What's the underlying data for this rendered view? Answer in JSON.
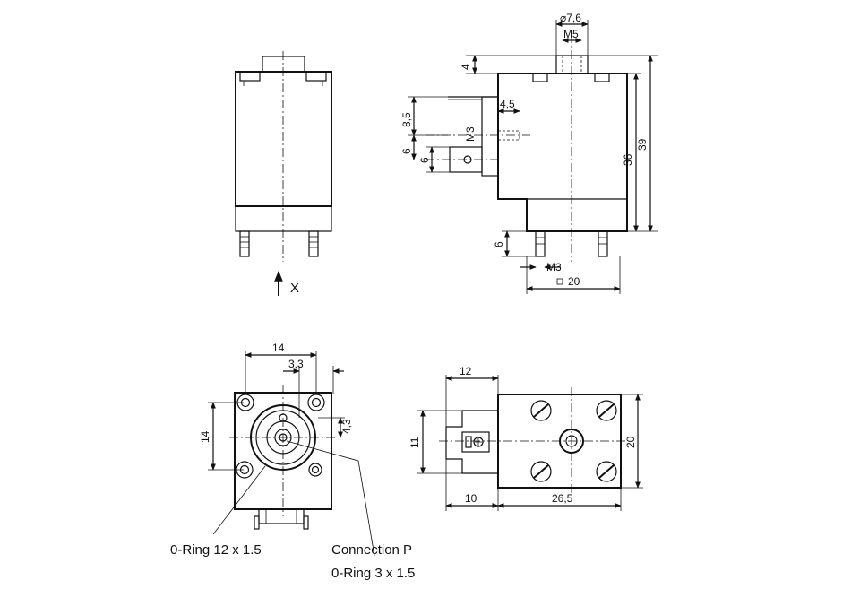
{
  "views": {
    "front": {
      "view_arrow_label": "X"
    },
    "side": {
      "dims": {
        "tube_dia": "⌀7,6",
        "tube_thread": "M5",
        "top_offset": "4",
        "height_total": "39",
        "height_body": "36",
        "pin_offset": "4,5",
        "terminal_h": "8,5",
        "terminal_thread": "M3",
        "terminal_spacing": "6",
        "tab_h": "6",
        "pin_length": "6",
        "bottom_thread": "M3",
        "square": "20"
      }
    },
    "bottom": {
      "dims": {
        "width": "14",
        "port_offset": "3,3",
        "height": "14",
        "side_offset": "4,3"
      },
      "labels": {
        "oring_large": "0-Ring 12 x 1.5",
        "connection": "Connection P",
        "oring_small": "0-Ring 3 x 1.5"
      }
    },
    "top": {
      "dims": {
        "plug_length": "12",
        "plug_height": "11",
        "plug_offset": "10",
        "body_length": "26,5",
        "body_height": "20"
      }
    }
  }
}
